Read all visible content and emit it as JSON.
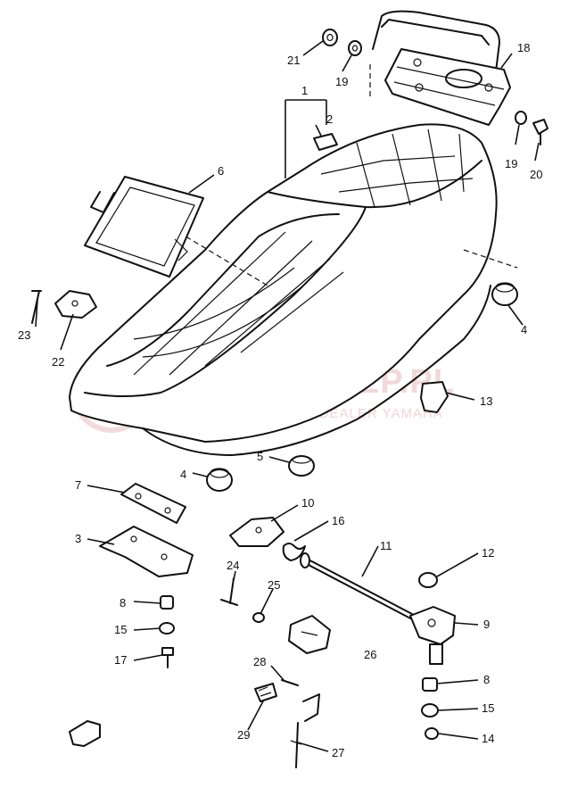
{
  "watermark": {
    "title": "YAMA-SKLEP.PL",
    "subtitle": "WOJMECHOWICZ | DEALER YAMAHA",
    "color": "#e9b9bd"
  },
  "callouts": {
    "c1": "1",
    "c2": "2",
    "c3": "3",
    "c4a": "4",
    "c4b": "4",
    "c5": "5",
    "c6": "6",
    "c7": "7",
    "c8a": "8",
    "c8b": "8",
    "c9": "9",
    "c10": "10",
    "c11": "11",
    "c12": "12",
    "c13": "13",
    "c14": "14",
    "c15a": "15",
    "c15b": "15",
    "c16": "16",
    "c17": "17",
    "c18": "18",
    "c19a": "19",
    "c19b": "19",
    "c20": "20",
    "c21": "21",
    "c22": "22",
    "c23": "23",
    "c24": "24",
    "c25": "25",
    "c26": "26",
    "c27": "27",
    "c28": "28",
    "c29": "29"
  }
}
